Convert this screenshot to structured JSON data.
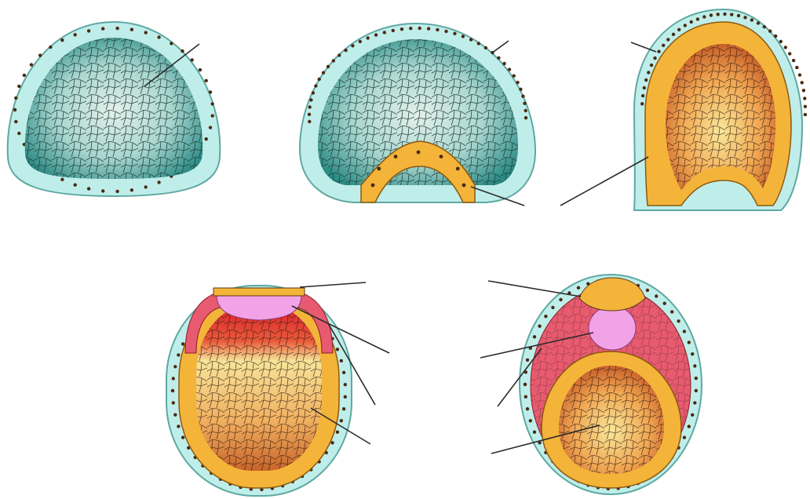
{
  "diagram": {
    "stages": [
      {
        "key": "blastula",
        "leader_count": 1
      },
      {
        "key": "early-gastrula",
        "leader_count": 2
      },
      {
        "key": "gastrula",
        "leader_count": 2
      },
      {
        "key": "late-gastrula-section",
        "leader_count": 4
      },
      {
        "key": "neurula-section",
        "leader_count": 4
      }
    ],
    "colors": {
      "ectoderm": "#bfeeea",
      "ectoderm_edge": "#5fa8a2",
      "blastocoel_center": "#dfeee8",
      "blastocoel_edge": "#2f8b86",
      "endoderm": "#f4b43a",
      "endoderm_edge": "#8a5a10",
      "yolk_center": "#f6ec9a",
      "yolk_edge": "#c8702a",
      "mesoderm": "#e85a70",
      "mesoderm_dark": "#d81e2c",
      "neural_plate": "#f2a2e6",
      "nucleus": "#4a2a12"
    }
  }
}
